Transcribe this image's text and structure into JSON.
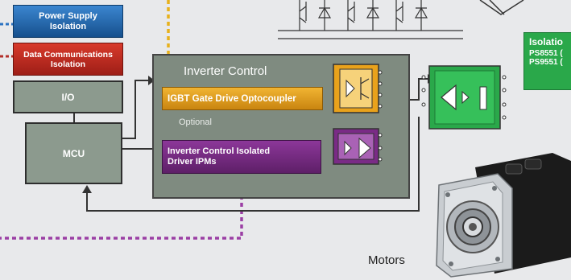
{
  "blocks": {
    "power_supply": "Power Supply Isolation",
    "data_comms": "Data Communications Isolation",
    "io": "I/O",
    "mcu": "MCU",
    "inverter_control_title": "Inverter Control",
    "igbt": "IGBT Gate Drive Optocoupler",
    "optional": "Optional",
    "ipm": "Inverter Control Isolated Driver IPMs",
    "isolation_label": "Isolatio",
    "isolation_parts": [
      "PS8551 (",
      "PS9551 ("
    ],
    "motors": "Motors"
  },
  "colors": {
    "background": "#e8e9eb",
    "power_blue": "#1e66b0",
    "data_red": "#c0281f",
    "block_gray": "#8c9a8e",
    "inverter_panel": "#7f8b80",
    "igbt_orange": "#e9a21b",
    "ipm_purple": "#7a2b86",
    "isolation_green": "#2aa84a",
    "yellow_dash": "#e7b11c",
    "purple_dash": "#9b3fa4",
    "blue_dash": "#2b73c2",
    "red_dash": "#b3302b"
  }
}
